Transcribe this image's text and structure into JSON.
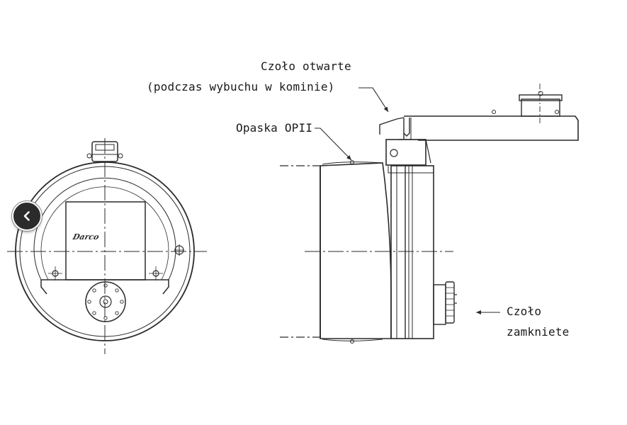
{
  "labels": {
    "open_line1": "Czoło otwarte",
    "open_line2": "(podczas wybuchu w kominie)",
    "band": "Opaska OPII",
    "closed_line1": "Czoło",
    "closed_line2": "zamkniete",
    "logo_text": "Darco"
  },
  "navigation": {
    "prev_icon": "chevron-left-icon"
  },
  "colors": {
    "line": "#2a2a2a",
    "nav_bg": "#2b2b2b"
  }
}
